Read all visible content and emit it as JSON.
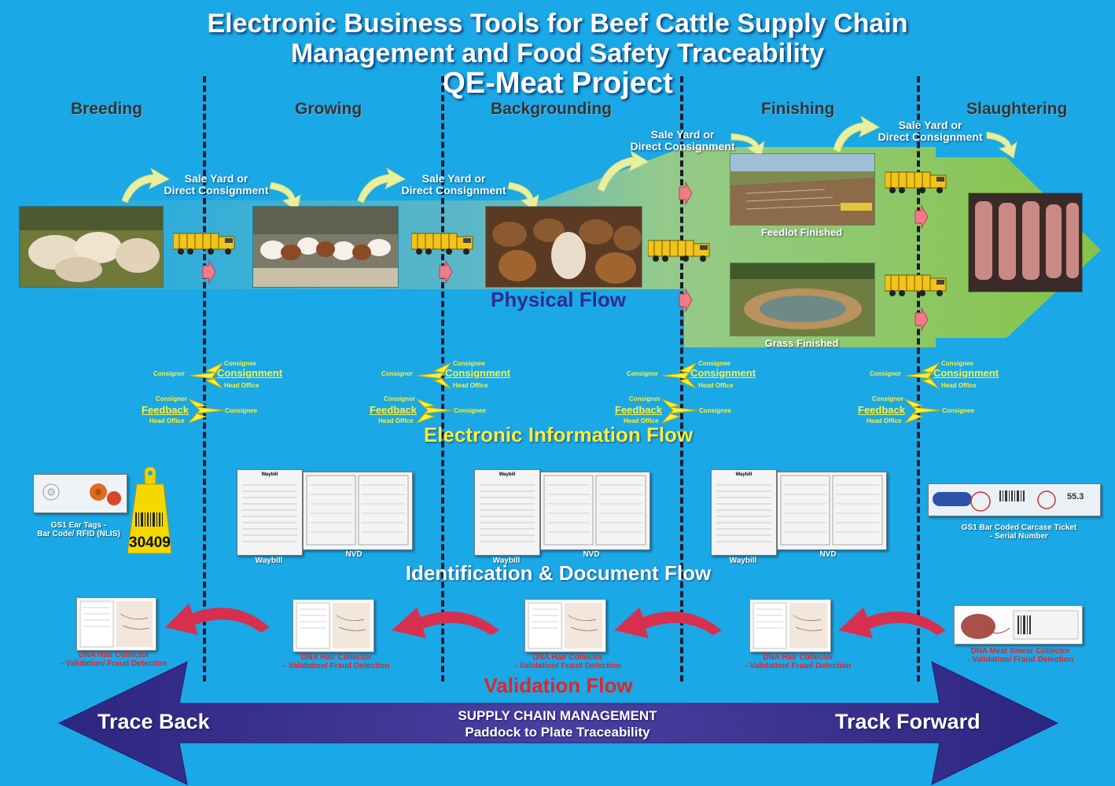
{
  "title": {
    "line1": "Electronic Business Tools for Beef Cattle Supply Chain",
    "line2": "Management and Food Safety Traceability",
    "line3": "QE-Meat Project"
  },
  "stages": [
    "Breeding",
    "Growing",
    "Backgrounding",
    "Finishing",
    "Slaughtering"
  ],
  "sale_yard": {
    "line1": "Sale Yard or",
    "line2": "Direct Consignment"
  },
  "physical_flow": {
    "label": "Physical Flow",
    "feedlot_label": "Feedlot Finished",
    "grass_label": "Grass Finished"
  },
  "electronic_flow": {
    "label": "Electronic Information Flow",
    "consignment": "Consignment",
    "feedback": "Feedback",
    "consignor": "Consignor",
    "consignee": "Consignee",
    "head_office": "Head Office"
  },
  "identification_flow": {
    "label": "Identification & Document Flow",
    "ear_tag_caption_1": "GS1 Ear Tags -",
    "ear_tag_caption_2": "Bar Code/ RFID (NLIS)",
    "ear_tag_number": "30409",
    "waybill": "Waybill",
    "nvd": "NVD",
    "doc_waybill_header": "Waybill",
    "carcase_caption_1": "GS1 Bar Coded Carcase Ticket",
    "carcase_caption_2": "- Serial Number",
    "carcase_number": "55.3"
  },
  "validation_flow": {
    "label": "Validation Flow",
    "dna_hair_1": "DNA Hair Collector",
    "dna_hair_2": "- Validation/ Fraud Detection",
    "dna_meat_1": "DNA Meat Smear Collector",
    "dna_meat_2": "- Validation/ Fraud Detection"
  },
  "bottom_arrow": {
    "left": "Trace Back",
    "right": "Track Forward",
    "center1": "SUPPLY CHAIN MANAGEMENT",
    "center2": "Paddock to Plate Traceability"
  },
  "colors": {
    "background": "#1aa8e6",
    "title": "#ffffff",
    "physical_flow": "#2d2d8f",
    "electronic_flow": "#ffef3a",
    "identification_flow": "#ffffff",
    "validation_flow": "#e2242b",
    "bottom_arrow": "#3a2f8a",
    "green_band": "#8cc63f"
  }
}
